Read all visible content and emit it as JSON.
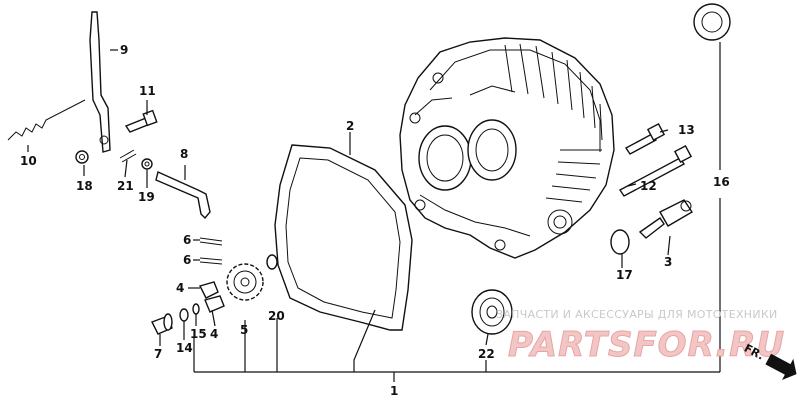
{
  "callouts": {
    "c1": "1",
    "c2": "2",
    "c3": "3",
    "c4a": "4",
    "c4b": "4",
    "c5": "5",
    "c6a": "6",
    "c6b": "6",
    "c7": "7",
    "c8": "8",
    "c9": "9",
    "c10": "10",
    "c11": "11",
    "c12": "12",
    "c13": "13",
    "c14": "14",
    "c15": "15",
    "c16": "16",
    "c17": "17",
    "c18": "18",
    "c19": "19",
    "c20": "20",
    "c21": "21",
    "c22": "22"
  },
  "direction_label": "FR.",
  "watermark": {
    "tagline": "ЗАПЧАСТИ И АКСЕССУАРЫ ДЛЯ МОТОТЕХНИКИ",
    "brand": "PARTSFOR.RU"
  }
}
